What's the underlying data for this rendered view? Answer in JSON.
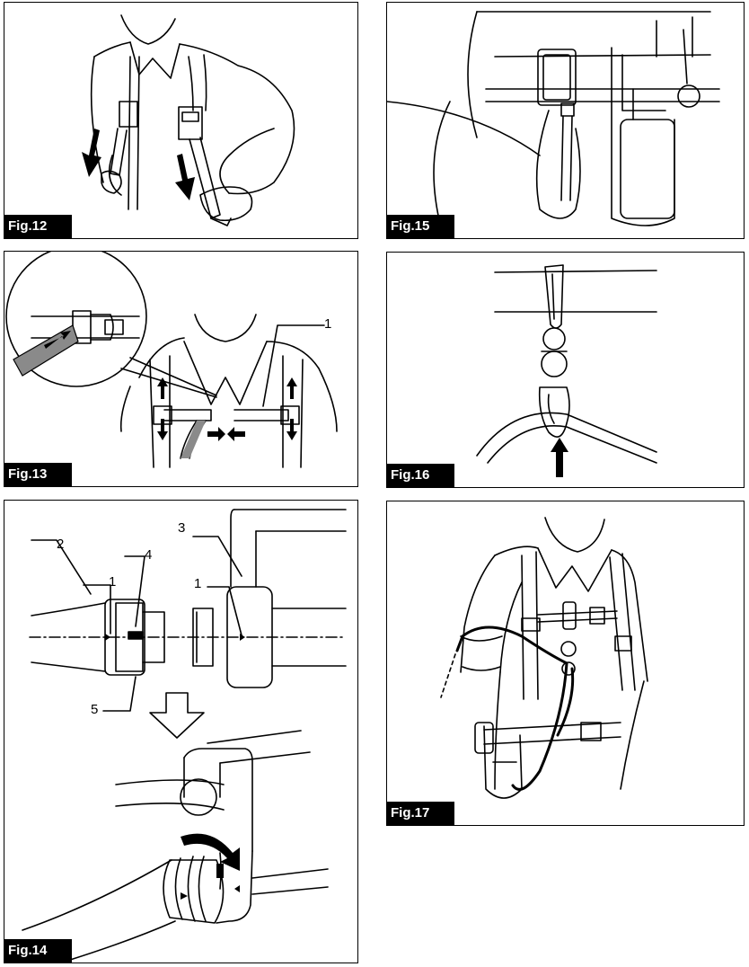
{
  "figures": {
    "fig12": {
      "label": "Fig.12"
    },
    "fig13": {
      "label": "Fig.13",
      "callouts": [
        "1"
      ]
    },
    "fig14": {
      "label": "Fig.14",
      "callouts": [
        "2",
        "1",
        "4",
        "3",
        "1",
        "5"
      ]
    },
    "fig15": {
      "label": "Fig.15"
    },
    "fig16": {
      "label": "Fig.16"
    },
    "fig17": {
      "label": "Fig.17"
    }
  }
}
